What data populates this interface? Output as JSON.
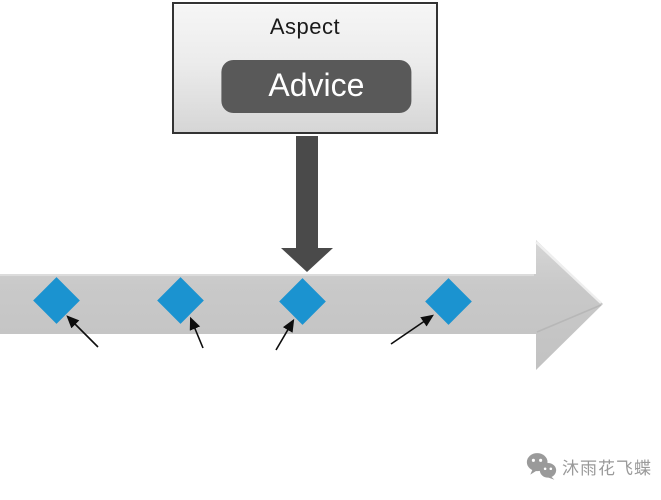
{
  "diagram": {
    "aspect": {
      "title": "Aspect",
      "advice_label": "Advice"
    },
    "flow": {
      "type": "horizontal-process-arrow",
      "joinpoint_count": 4,
      "joinpoint_shape": "diamond",
      "pointer_arrow_count": 4,
      "advice_arrow_target": "third-joinpoint"
    },
    "colors": {
      "joinpoint_blue": "#1b93d0",
      "flow_arrow_gray": "#c7c7c7",
      "advice_button_gray": "#595959",
      "down_arrow_gray": "#4a4a4a",
      "pointer_arrow_black": "#0d0d0d",
      "aspect_border": "#333333",
      "watermark_gray": "#9a9a9a"
    }
  },
  "watermark": {
    "icon": "wechat-icon",
    "text": "沐雨花飞蝶"
  }
}
